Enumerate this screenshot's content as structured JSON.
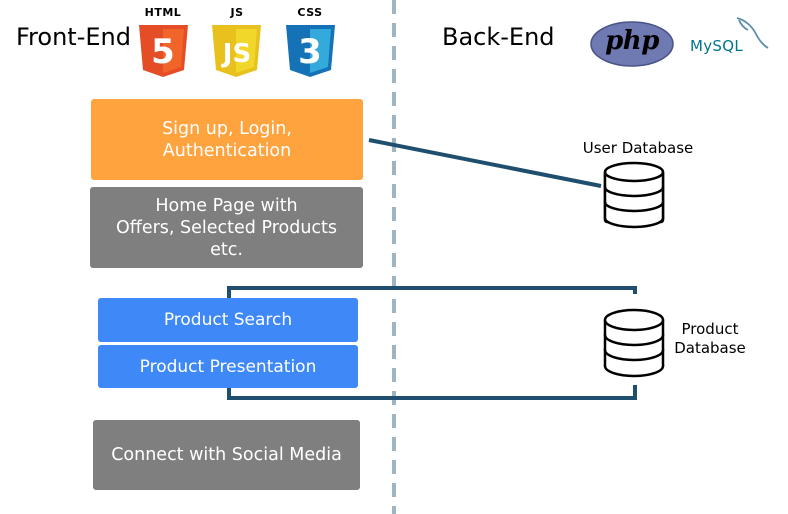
{
  "headings": {
    "frontend": "Front-End",
    "backend": "Back-End"
  },
  "logos": {
    "html": "HTML",
    "js": "JS",
    "css": "CSS",
    "php": "php",
    "mysql": "MySQL"
  },
  "boxes": {
    "signup": "Sign up, Login,\nAuthentication",
    "home": "Home Page with\nOffers, Selected Products\netc.",
    "search": "Product Search",
    "presentation": "Product Presentation",
    "social": "Connect with Social Media"
  },
  "databases": {
    "user": "User Database",
    "product": "Product\nDatabase"
  },
  "colors": {
    "orange": "#ffa33f",
    "gray": "#7f7f7f",
    "blue": "#3f88f8",
    "connector": "#1f4e6e",
    "divider": "#9fb5c4"
  }
}
